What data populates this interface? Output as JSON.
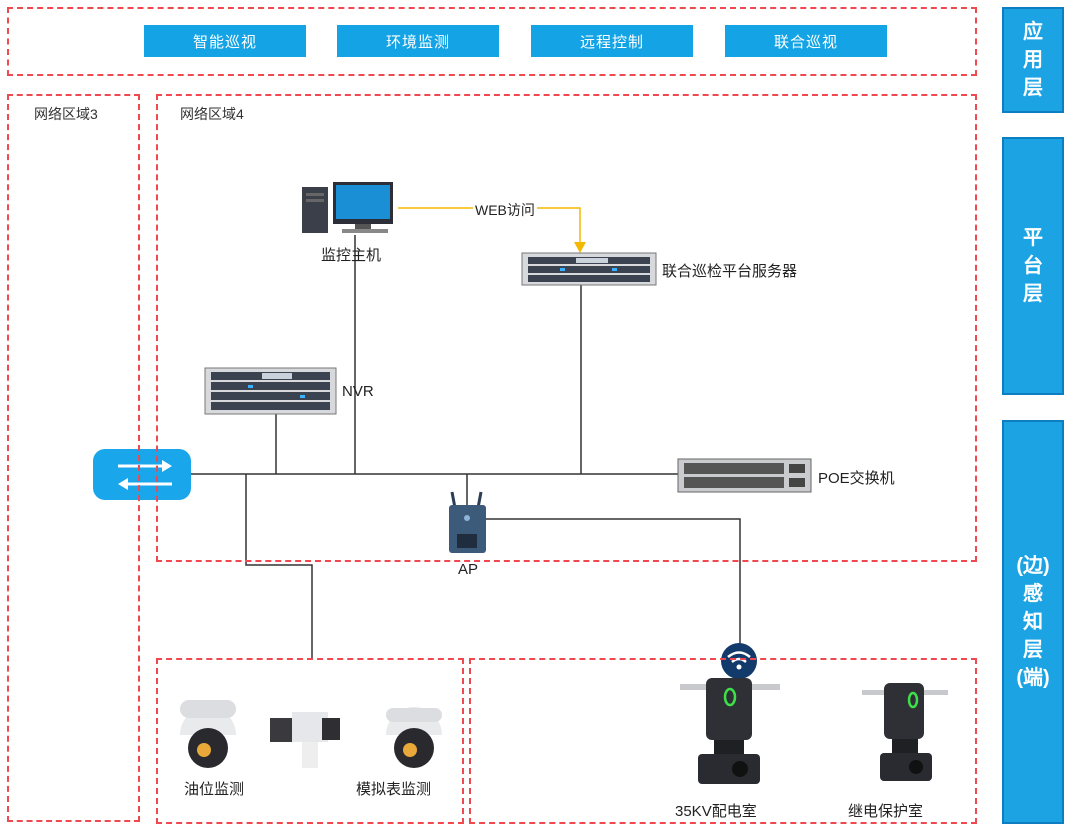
{
  "app_layer": {
    "buttons": [
      "智能巡视",
      "环境监测",
      "远程控制",
      "联合巡视"
    ]
  },
  "side_layers": {
    "app": "应\n用\n层",
    "platform": "平\n台\n层",
    "perception": "(边)\n感\n知\n层\n(端)"
  },
  "zones": {
    "zone3": "网络区域3",
    "zone4": "网络区域4"
  },
  "devices": {
    "monitor_host": "监控主机",
    "web_access": "WEB访问",
    "platform_server": "联合巡检平台服务器",
    "nvr": "NVR",
    "poe_switch": "POE交换机",
    "ap": "AP",
    "oil_monitor": "油位监测",
    "analog_meter": "模拟表监测",
    "room_35kv": "35KV配电室",
    "relay_room": "继电保护室"
  },
  "colors": {
    "dash": "#f0484f",
    "accent_blue": "#14a4e6",
    "web_arrow": "#f5b800"
  }
}
